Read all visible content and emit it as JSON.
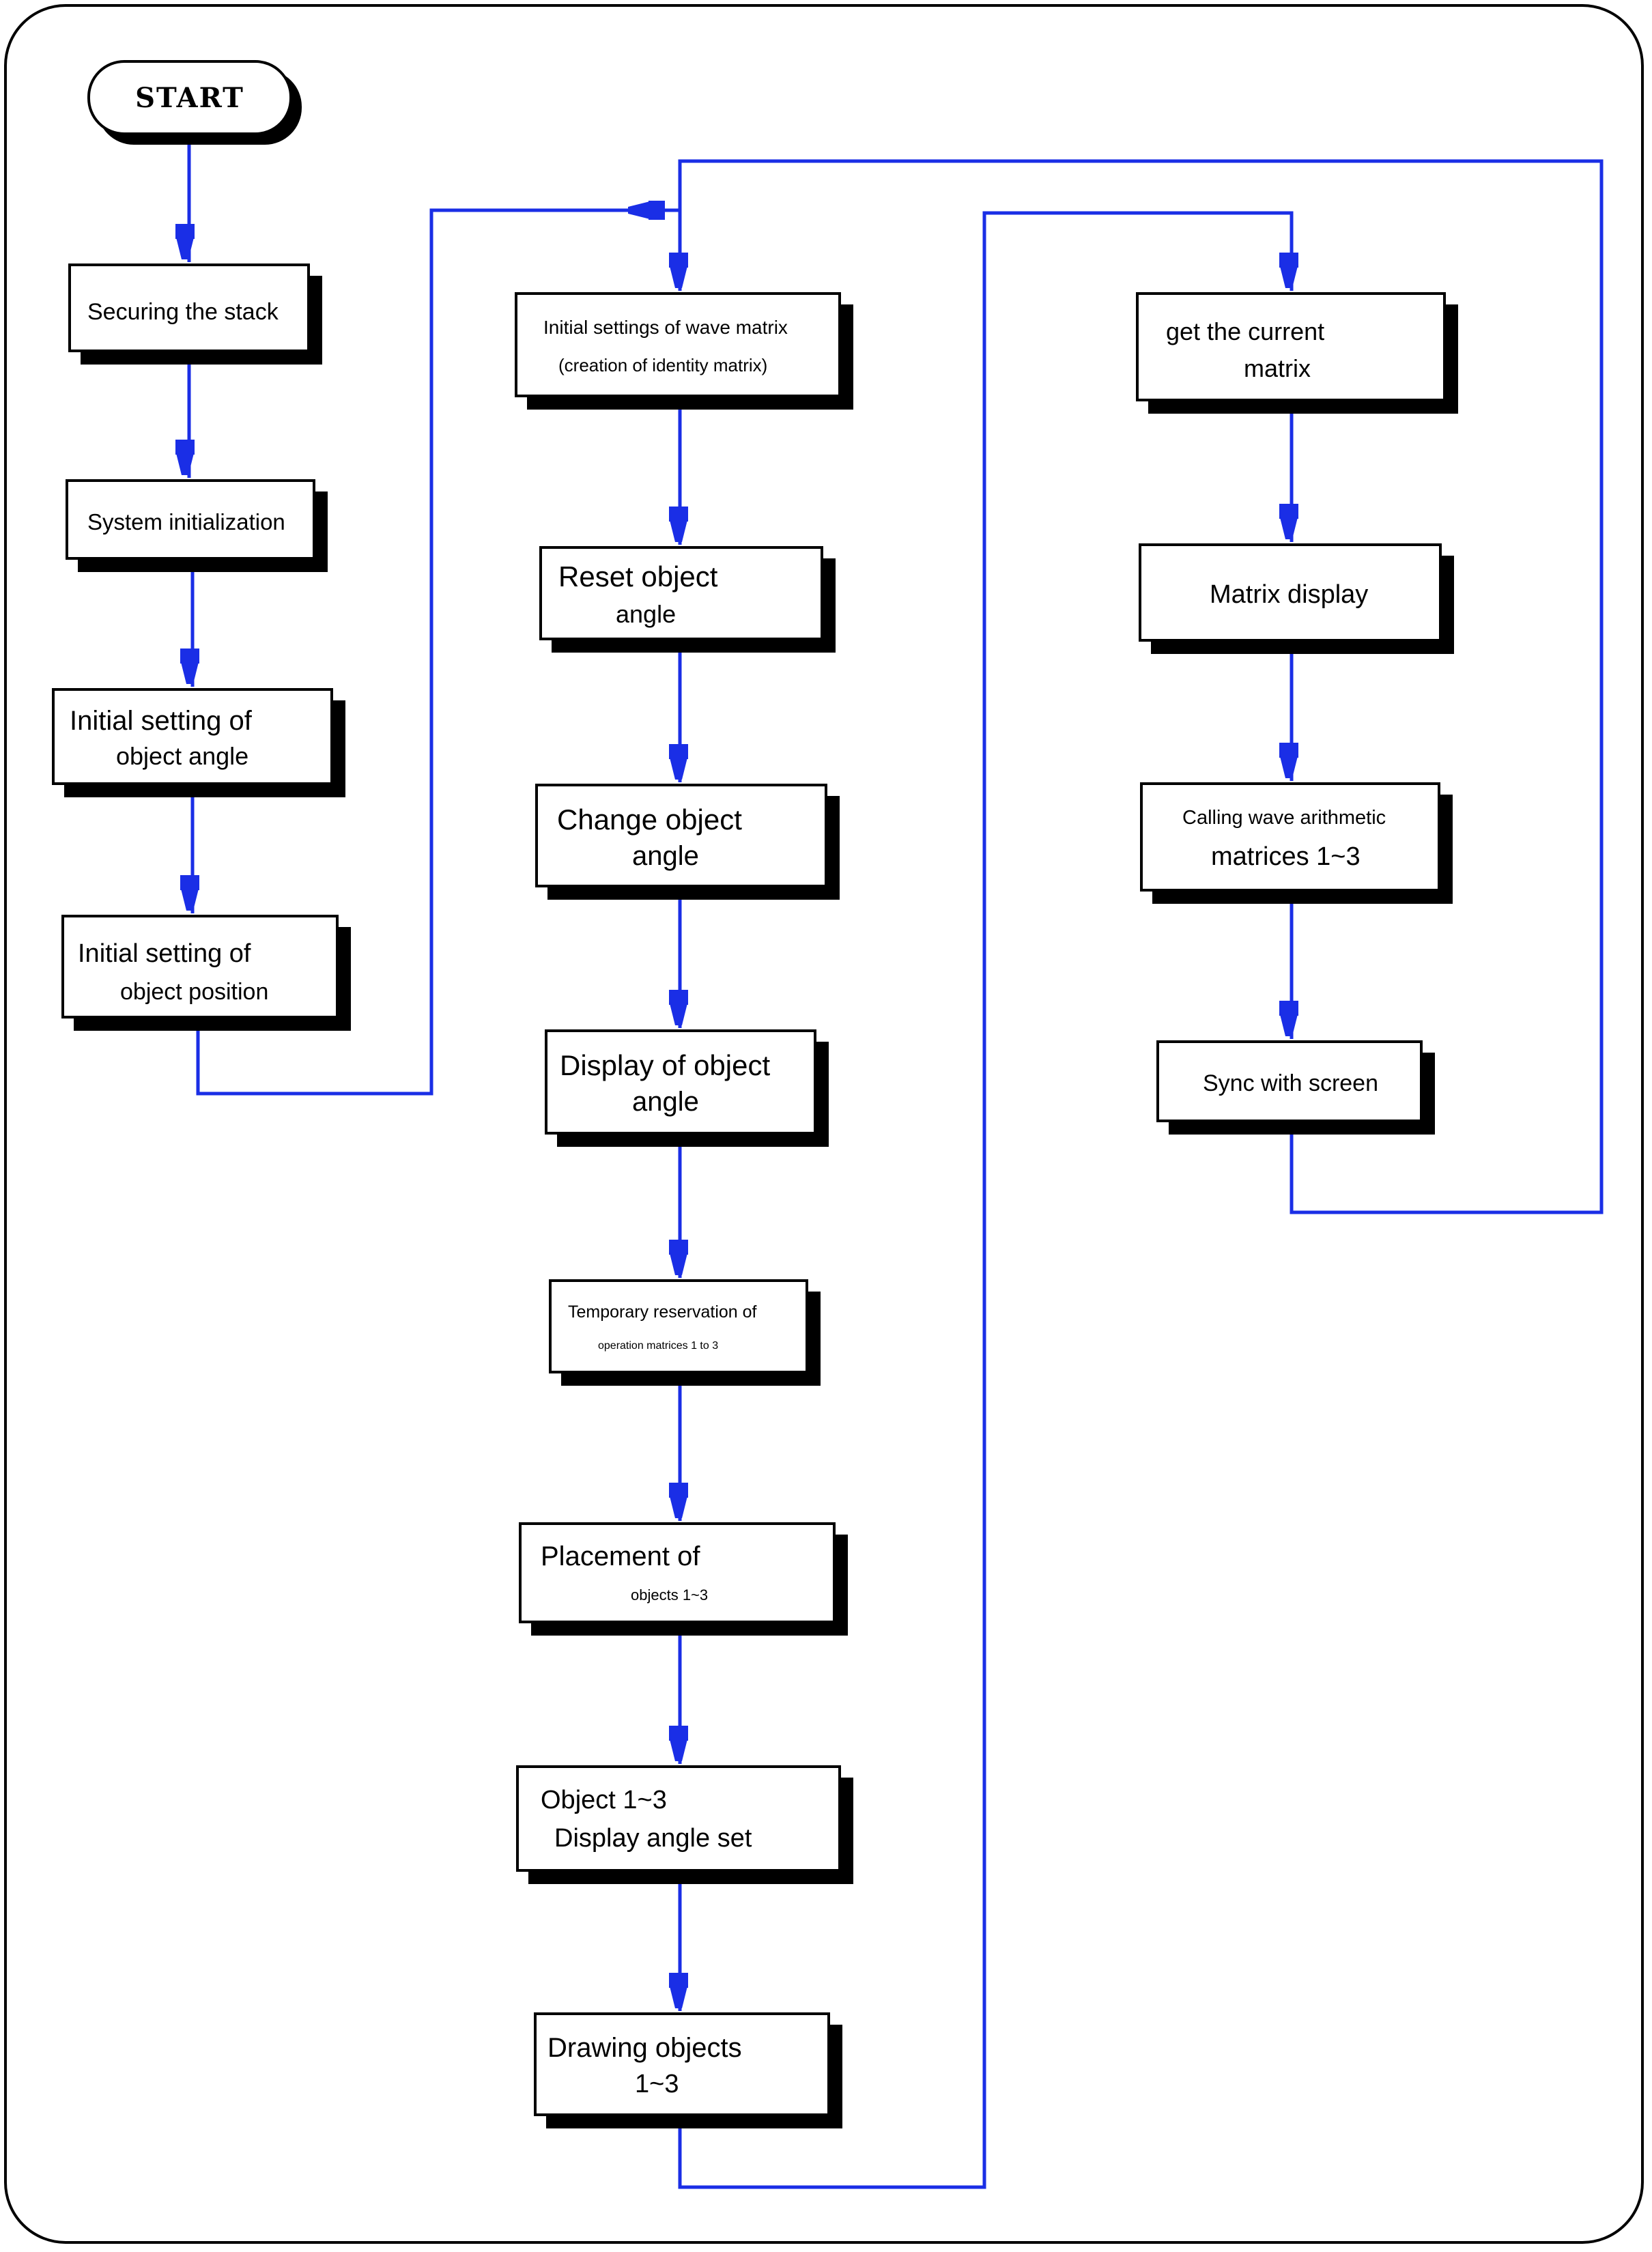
{
  "start": {
    "label": "START"
  },
  "steps": {
    "securing_stack": [
      "Securing the stack"
    ],
    "system_init": [
      "System initialization"
    ],
    "init_object_angle": [
      "Initial setting of",
      "object angle"
    ],
    "init_object_position": [
      "Initial setting of",
      "object position"
    ],
    "init_wave_matrix": [
      "Initial settings of wave matrix",
      "(creation of identity matrix)"
    ],
    "reset_object_angle": [
      "Reset object",
      "angle"
    ],
    "change_object_angle": [
      "Change object",
      "angle"
    ],
    "display_object_angle": [
      "Display of object",
      "angle"
    ],
    "temp_reservation": [
      "Temporary reservation of",
      "operation matrices 1 to 3"
    ],
    "placement_objects": [
      "Placement of",
      "objects 1~3"
    ],
    "object_display_angle": [
      "Object 1~3",
      "Display angle set"
    ],
    "drawing_objects": [
      "Drawing objects",
      "1~3"
    ],
    "get_current_matrix": [
      "get the current",
      "matrix"
    ],
    "matrix_display": [
      "Matrix display"
    ],
    "calling_wave": [
      "Calling wave arithmetic",
      "matrices 1~3"
    ],
    "sync_screen": [
      "Sync with screen"
    ]
  },
  "colors": {
    "connector": "#1a2ee6",
    "box_border": "#000000",
    "background": "#ffffff"
  }
}
